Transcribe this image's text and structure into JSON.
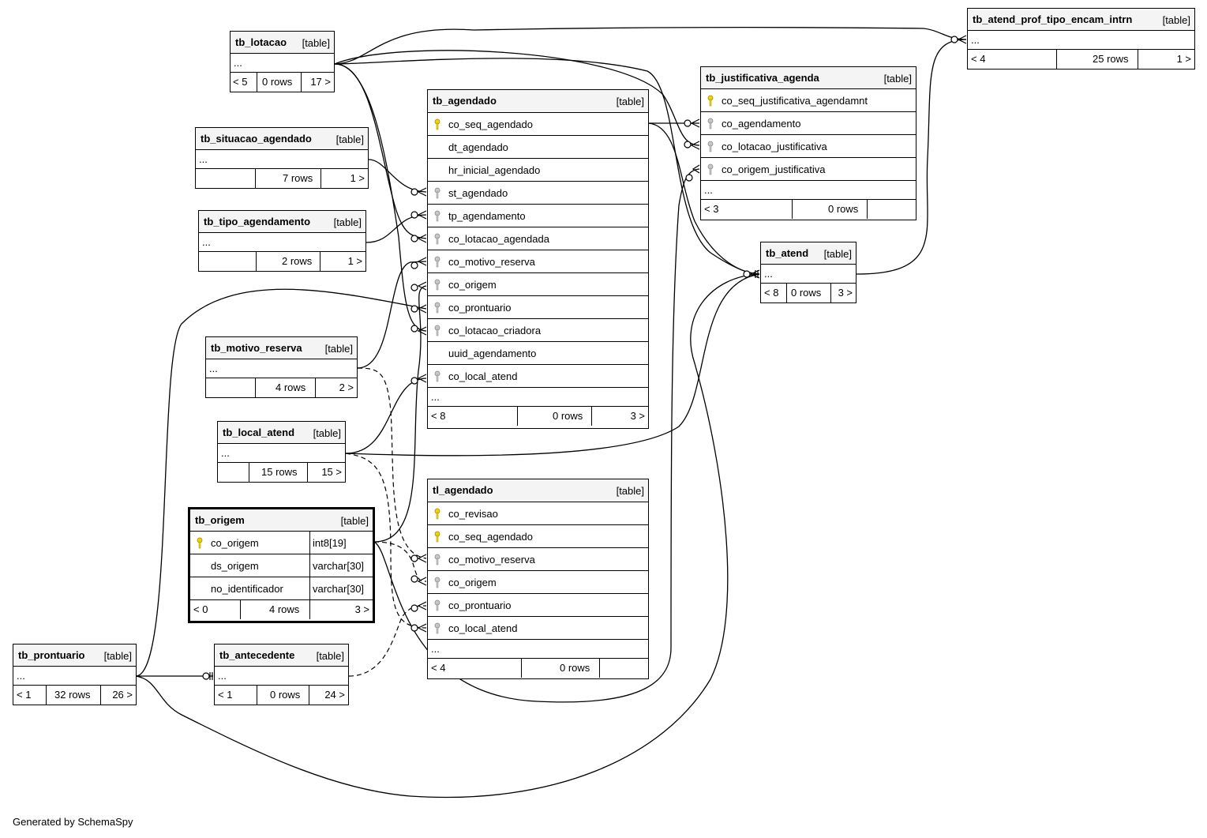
{
  "footer": {
    "generated_by": "Generated by SchemaSpy"
  },
  "tables": {
    "tb_lotacao": {
      "name": "tb_lotacao",
      "type": "[table]",
      "ellipsis": "...",
      "footer": [
        "< 5",
        "0 rows",
        "17 >"
      ]
    },
    "tb_situacao_agendado": {
      "name": "tb_situacao_agendado",
      "type": "[table]",
      "ellipsis": "...",
      "footer": [
        "",
        "7 rows",
        "1 >"
      ]
    },
    "tb_tipo_agendamento": {
      "name": "tb_tipo_agendamento",
      "type": "[table]",
      "ellipsis": "...",
      "footer": [
        "",
        "2 rows",
        "1 >"
      ]
    },
    "tb_motivo_reserva": {
      "name": "tb_motivo_reserva",
      "type": "[table]",
      "ellipsis": "...",
      "footer": [
        "",
        "4 rows",
        "2 >"
      ]
    },
    "tb_local_atend": {
      "name": "tb_local_atend",
      "type": "[table]",
      "ellipsis": "...",
      "footer": [
        "",
        "15 rows",
        "15 >"
      ]
    },
    "tb_origem": {
      "name": "tb_origem",
      "type": "[table]",
      "columns": [
        {
          "name": "co_origem",
          "type": "int8[19]",
          "key": "pk"
        },
        {
          "name": "ds_origem",
          "type": "varchar[30]",
          "key": ""
        },
        {
          "name": "no_identificador",
          "type": "varchar[30]",
          "key": ""
        }
      ],
      "footer": [
        "< 0",
        "4 rows",
        "3 >"
      ]
    },
    "tb_prontuario": {
      "name": "tb_prontuario",
      "type": "[table]",
      "ellipsis": "...",
      "footer": [
        "< 1",
        "32 rows",
        "26 >"
      ]
    },
    "tb_antecedente": {
      "name": "tb_antecedente",
      "type": "[table]",
      "ellipsis": "...",
      "footer": [
        "< 1",
        "0 rows",
        "24 >"
      ]
    },
    "tb_agendado": {
      "name": "tb_agendado",
      "type": "[table]",
      "columns": [
        {
          "name": "co_seq_agendado",
          "key": "pk"
        },
        {
          "name": "dt_agendado",
          "key": ""
        },
        {
          "name": "hr_inicial_agendado",
          "key": ""
        },
        {
          "name": "st_agendado",
          "key": "fk"
        },
        {
          "name": "tp_agendamento",
          "key": "fk"
        },
        {
          "name": "co_lotacao_agendada",
          "key": "fk"
        },
        {
          "name": "co_motivo_reserva",
          "key": "fk"
        },
        {
          "name": "co_origem",
          "key": "fk"
        },
        {
          "name": "co_prontuario",
          "key": "fk"
        },
        {
          "name": "co_lotacao_criadora",
          "key": "fk"
        },
        {
          "name": "uuid_agendamento",
          "key": ""
        },
        {
          "name": "co_local_atend",
          "key": "fk"
        }
      ],
      "ellipsis": "...",
      "footer": [
        "< 8",
        "0 rows",
        "3 >"
      ]
    },
    "tl_agendado": {
      "name": "tl_agendado",
      "type": "[table]",
      "columns": [
        {
          "name": "co_revisao",
          "key": "pk"
        },
        {
          "name": "co_seq_agendado",
          "key": "pk"
        },
        {
          "name": "co_motivo_reserva",
          "key": "fk"
        },
        {
          "name": "co_origem",
          "key": "fk"
        },
        {
          "name": "co_prontuario",
          "key": "fk"
        },
        {
          "name": "co_local_atend",
          "key": "fk"
        }
      ],
      "ellipsis": "...",
      "footer": [
        "< 4",
        "0 rows",
        ""
      ]
    },
    "tb_justificativa_agenda": {
      "name": "tb_justificativa_agenda",
      "type": "[table]",
      "columns": [
        {
          "name": "co_seq_justificativa_agendamnt",
          "key": "pk"
        },
        {
          "name": "co_agendamento",
          "key": "fk"
        },
        {
          "name": "co_lotacao_justificativa",
          "key": "fk"
        },
        {
          "name": "co_origem_justificativa",
          "key": "fk"
        }
      ],
      "ellipsis": "...",
      "footer": [
        "< 3",
        "0 rows",
        ""
      ]
    },
    "tb_atend": {
      "name": "tb_atend",
      "type": "[table]",
      "ellipsis": "...",
      "footer": [
        "< 8",
        "0 rows",
        "3 >"
      ]
    },
    "tb_atend_prof_tipo_encam_intrn": {
      "name": "tb_atend_prof_tipo_encam_intrn",
      "type": "[table]",
      "ellipsis": "...",
      "footer": [
        "< 4",
        "25 rows",
        "1 >"
      ]
    }
  },
  "relationships": [
    {
      "from": "tb_lotacao",
      "to": "tb_agendado.co_lotacao_agendada",
      "style": "solid"
    },
    {
      "from": "tb_lotacao",
      "to": "tb_agendado.co_lotacao_criadora",
      "style": "solid"
    },
    {
      "from": "tb_lotacao",
      "to": "tb_justificativa_agenda.co_lotacao_justificativa",
      "style": "solid"
    },
    {
      "from": "tb_lotacao",
      "to": "tb_atend",
      "style": "solid"
    },
    {
      "from": "tb_lotacao",
      "to": "tb_atend_prof_tipo_encam_intrn",
      "style": "solid"
    },
    {
      "from": "tb_situacao_agendado",
      "to": "tb_agendado.st_agendado",
      "style": "solid"
    },
    {
      "from": "tb_tipo_agendamento",
      "to": "tb_agendado.tp_agendamento",
      "style": "solid"
    },
    {
      "from": "tb_motivo_reserva",
      "to": "tb_agendado.co_motivo_reserva",
      "style": "solid"
    },
    {
      "from": "tb_motivo_reserva",
      "to": "tl_agendado.co_motivo_reserva",
      "style": "dashed"
    },
    {
      "from": "tb_local_atend",
      "to": "tb_agendado.co_local_atend",
      "style": "solid"
    },
    {
      "from": "tb_local_atend",
      "to": "tb_atend",
      "style": "solid"
    },
    {
      "from": "tb_local_atend",
      "to": "tl_agendado.co_local_atend",
      "style": "dashed"
    },
    {
      "from": "tb_origem.co_origem",
      "to": "tb_agendado.co_origem",
      "style": "solid"
    },
    {
      "from": "tb_origem.co_origem",
      "to": "tb_justificativa_agenda.co_origem_justificativa",
      "style": "solid"
    },
    {
      "from": "tb_origem.co_origem",
      "to": "tl_agendado.co_origem",
      "style": "dashed"
    },
    {
      "from": "tb_prontuario",
      "to": "tb_agendado.co_prontuario",
      "style": "solid"
    },
    {
      "from": "tb_prontuario",
      "to": "tb_antecedente",
      "style": "solid"
    },
    {
      "from": "tb_prontuario",
      "to": "tb_atend",
      "style": "solid"
    },
    {
      "from": "tb_antecedente",
      "to": "tl_agendado.co_prontuario",
      "style": "dashed"
    },
    {
      "from": "tb_agendado.co_seq_agendado",
      "to": "tb_justificativa_agenda.co_agendamento",
      "style": "solid"
    },
    {
      "from": "tb_agendado.co_seq_agendado",
      "to": "tb_atend",
      "style": "solid"
    },
    {
      "from": "tb_atend",
      "to": "tb_atend_prof_tipo_encam_intrn",
      "style": "solid"
    }
  ]
}
